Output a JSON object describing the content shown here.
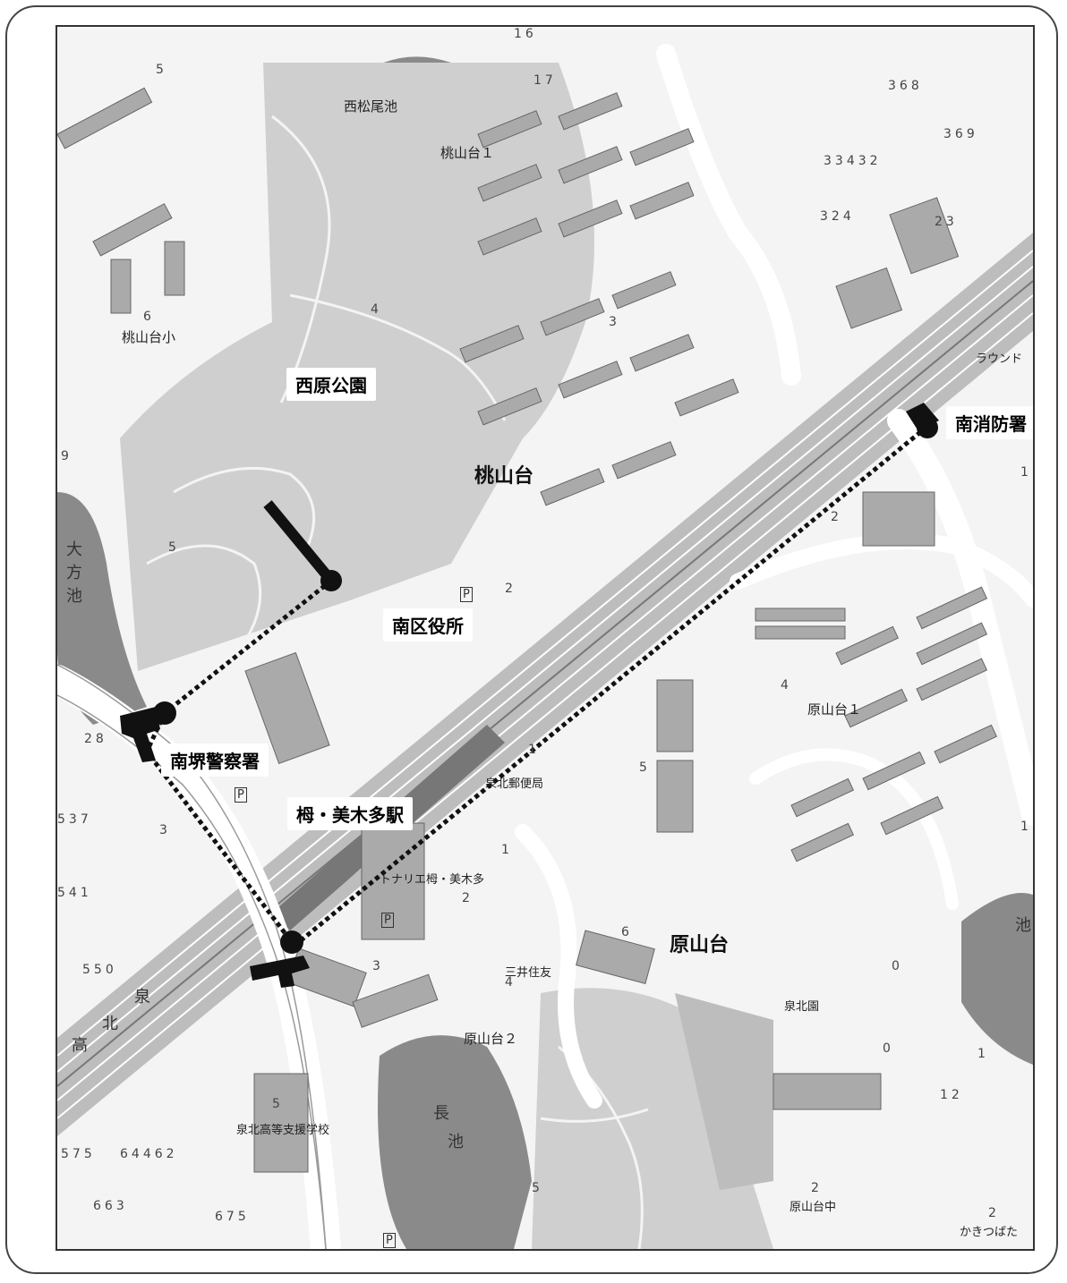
{
  "landmarks": {
    "nishihara_park": "西原公園",
    "minami_ward_office": "南区役所",
    "minami_fire_station": "南消防署",
    "minami_sakai_police": "南堺警察署",
    "station": "栂・美木多駅"
  },
  "districts": {
    "momoyamadai": "桃山台",
    "harayamadai": "原山台",
    "momoyamadai_1": "桃山台１",
    "harayamadai_1": "原山台１",
    "harayamadai_2": "原山台２"
  },
  "ponds": {
    "nishi_matsuo": "西松尾池",
    "ookata_1": "大",
    "ookata_2": "方",
    "ookata_3": "池",
    "naga_1": "長",
    "naga_2": "池",
    "east_pond": "池"
  },
  "facilities": {
    "momoyamadai_elem": "桃山台小",
    "post_office": "泉北郵便局",
    "tonarie": "トナリエ栂・美木多",
    "mitsui_sumitomo": "三井住友",
    "senboku_park": "泉北園",
    "harayamadai_jhs": "原山台中",
    "support_school": "泉北高等支援学校",
    "round": "ラウンド",
    "kakitsubata": "かきつばた"
  },
  "railway": {
    "kou": "高",
    "hoku": "北",
    "sen": "泉"
  },
  "parking": "P",
  "numbers": {
    "n16": "16",
    "n17": "17",
    "n368": "368",
    "n369": "369",
    "n33432": "33432",
    "n324": "324",
    "n23": "23",
    "n6": "6",
    "n4a": "4",
    "n3a": "3",
    "n5a": "5",
    "n2a": "2",
    "n2b": "2",
    "n1a": "1",
    "n5b": "5",
    "n9": "9",
    "n28": "28",
    "n537": "537",
    "n541": "541",
    "n550": "550",
    "n3b": "3",
    "n1b": "1",
    "n1c": "1",
    "n2c": "2",
    "n3c": "3",
    "n6b": "6",
    "n4b": "4",
    "n4c": "4",
    "n5c": "5",
    "n0a": "0",
    "n0b": "0",
    "n1d": "1",
    "n12": "12",
    "n575": "575",
    "n6446": "64462",
    "n663": "663",
    "n675": "675",
    "n5d": "5",
    "n2d": "2",
    "n2e": "2",
    "n1e": "1",
    "n5e": "5"
  }
}
